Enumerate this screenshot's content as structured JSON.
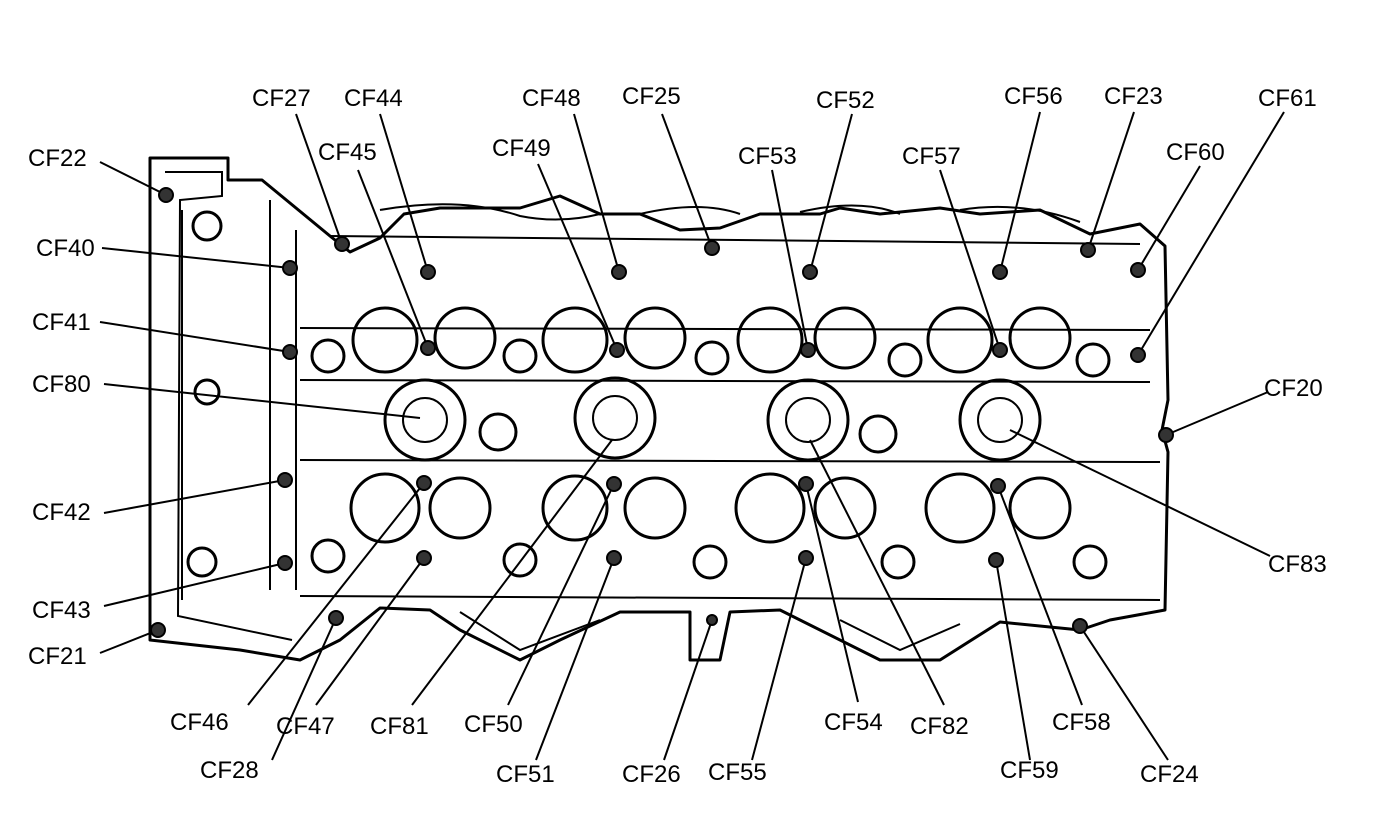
{
  "colors": {
    "line": "#000000",
    "background": "#ffffff"
  },
  "points": [
    {
      "id": "CF20",
      "label": "CF20"
    },
    {
      "id": "CF21",
      "label": "CF21"
    },
    {
      "id": "CF22",
      "label": "CF22"
    },
    {
      "id": "CF23",
      "label": "CF23"
    },
    {
      "id": "CF24",
      "label": "CF24"
    },
    {
      "id": "CF25",
      "label": "CF25"
    },
    {
      "id": "CF26",
      "label": "CF26"
    },
    {
      "id": "CF27",
      "label": "CF27"
    },
    {
      "id": "CF28",
      "label": "CF28"
    },
    {
      "id": "CF40",
      "label": "CF40"
    },
    {
      "id": "CF41",
      "label": "CF41"
    },
    {
      "id": "CF42",
      "label": "CF42"
    },
    {
      "id": "CF43",
      "label": "CF43"
    },
    {
      "id": "CF44",
      "label": "CF44"
    },
    {
      "id": "CF45",
      "label": "CF45"
    },
    {
      "id": "CF46",
      "label": "CF46"
    },
    {
      "id": "CF47",
      "label": "CF47"
    },
    {
      "id": "CF48",
      "label": "CF48"
    },
    {
      "id": "CF49",
      "label": "CF49"
    },
    {
      "id": "CF50",
      "label": "CF50"
    },
    {
      "id": "CF51",
      "label": "CF51"
    },
    {
      "id": "CF52",
      "label": "CF52"
    },
    {
      "id": "CF53",
      "label": "CF53"
    },
    {
      "id": "CF54",
      "label": "CF54"
    },
    {
      "id": "CF55",
      "label": "CF55"
    },
    {
      "id": "CF56",
      "label": "CF56"
    },
    {
      "id": "CF57",
      "label": "CF57"
    },
    {
      "id": "CF58",
      "label": "CF58"
    },
    {
      "id": "CF59",
      "label": "CF59"
    },
    {
      "id": "CF60",
      "label": "CF60"
    },
    {
      "id": "CF61",
      "label": "CF61"
    },
    {
      "id": "CF80",
      "label": "CF80"
    },
    {
      "id": "CF81",
      "label": "CF81"
    },
    {
      "id": "CF82",
      "label": "CF82"
    },
    {
      "id": "CF83",
      "label": "CF83"
    }
  ]
}
